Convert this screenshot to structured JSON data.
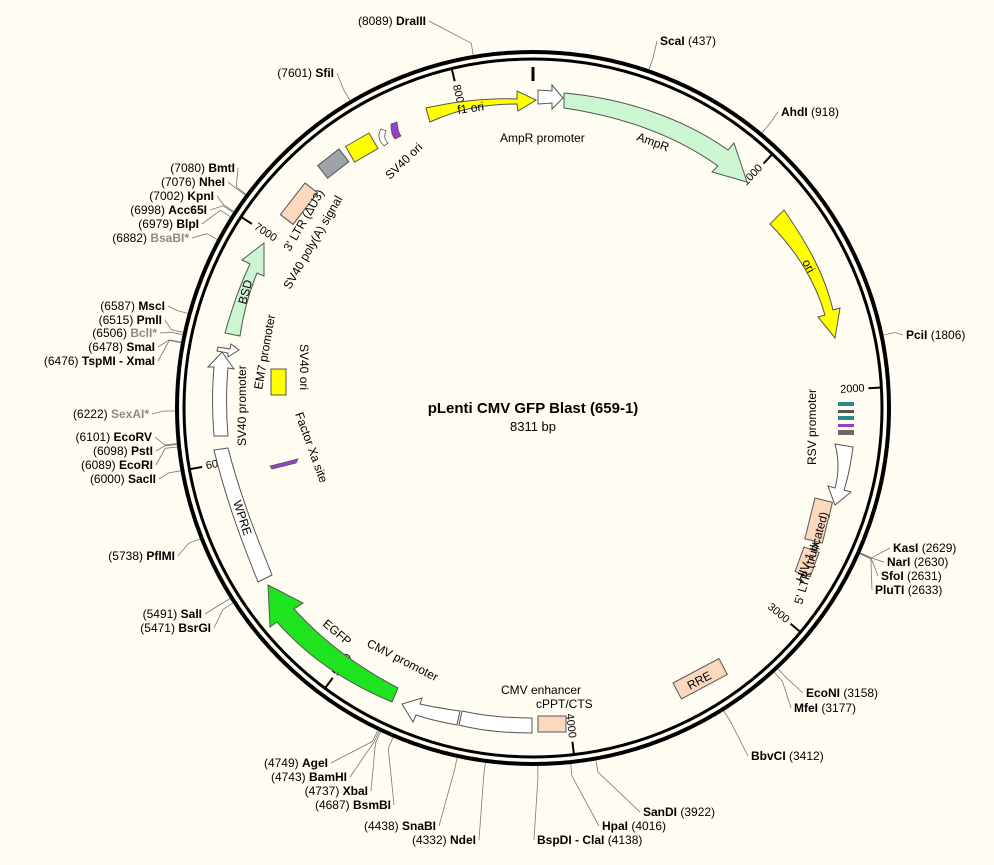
{
  "title": "pLenti CMV GFP Blast (659-1)",
  "length_label": "8311 bp",
  "length": 8311,
  "colors": {
    "background": "#fffdf1",
    "promoter": "#ffffff",
    "AmpR": "#ccf5d2",
    "ori": "#ffff00",
    "LTR": "#fcd9bd",
    "RRE": "#fcd9bd",
    "EGFP": "#1ee31e",
    "BSD": "#ccf5d2",
    "gray_feature": "#9ba3ab",
    "xa_site": "#9a3fc8"
  },
  "ticks": [
    {
      "pos": 1000,
      "label": "1000"
    },
    {
      "pos": 2000,
      "label": "2000"
    },
    {
      "pos": 3000,
      "label": "3000"
    },
    {
      "pos": 4000,
      "label": "4000"
    },
    {
      "pos": 5000,
      "label": "5000"
    },
    {
      "pos": 6000,
      "label": "6000"
    },
    {
      "pos": 7000,
      "label": "7000"
    },
    {
      "pos": 8000,
      "label": "8000"
    }
  ],
  "features": [
    {
      "name": "AmpR promoter",
      "type": "promoter"
    },
    {
      "name": "AmpR",
      "type": "gene"
    },
    {
      "name": "ori",
      "type": "origin"
    },
    {
      "name": "RSV promoter",
      "type": "promoter"
    },
    {
      "name": "5' LTR (truncated)",
      "type": "LTR"
    },
    {
      "name": "HIV-1 ψ",
      "type": "misc"
    },
    {
      "name": "RRE",
      "type": "misc"
    },
    {
      "name": "cPPT/CTS",
      "type": "misc"
    },
    {
      "name": "CMV enhancer",
      "type": "enhancer"
    },
    {
      "name": "CMV promoter",
      "type": "promoter"
    },
    {
      "name": "EGFP",
      "type": "gene"
    },
    {
      "name": "WPRE",
      "type": "misc"
    },
    {
      "name": "SV40 promoter",
      "type": "promoter"
    },
    {
      "name": "EM7 promoter",
      "type": "promoter"
    },
    {
      "name": "BSD",
      "type": "gene"
    },
    {
      "name": "SV40 poly(A) signal",
      "type": "terminator"
    },
    {
      "name": "3' LTR (ΔU3)",
      "type": "LTR"
    },
    {
      "name": "SV40 ori",
      "type": "origin"
    },
    {
      "name": "f1 ori",
      "type": "origin"
    },
    {
      "name": "Factor Xa site",
      "type": "site"
    }
  ],
  "sites": [
    {
      "name": "DraIII",
      "pos": "(8089)",
      "bp": 8089,
      "gray": false
    },
    {
      "name": "ScaI",
      "pos": "(437)",
      "bp": 437,
      "gray": false
    },
    {
      "name": "AhdI",
      "pos": "(918)",
      "bp": 918,
      "gray": false
    },
    {
      "name": "PciI",
      "pos": "(1806)",
      "bp": 1806,
      "gray": false
    },
    {
      "name": "KasI",
      "pos": "(2629)",
      "bp": 2629,
      "gray": false
    },
    {
      "name": "NarI",
      "pos": "(2630)",
      "bp": 2630,
      "gray": false
    },
    {
      "name": "SfoI",
      "pos": "(2631)",
      "bp": 2631,
      "gray": false
    },
    {
      "name": "PluTI",
      "pos": "(2633)",
      "bp": 2633,
      "gray": false
    },
    {
      "name": "EcoNI",
      "pos": "(3158)",
      "bp": 3158,
      "gray": false
    },
    {
      "name": "MfeI",
      "pos": "(3177)",
      "bp": 3177,
      "gray": false
    },
    {
      "name": "BbvCI",
      "pos": "(3412)",
      "bp": 3412,
      "gray": false
    },
    {
      "name": "SanDI",
      "pos": "(3922)",
      "bp": 3922,
      "gray": false
    },
    {
      "name": "HpaI",
      "pos": "(4016)",
      "bp": 4016,
      "gray": false
    },
    {
      "name": "BspDI - ClaI",
      "pos": "(4138)",
      "bp": 4138,
      "gray": false
    },
    {
      "name": "NdeI",
      "pos": "(4332)",
      "bp": 4332,
      "gray": false
    },
    {
      "name": "SnaBI",
      "pos": "(4438)",
      "bp": 4438,
      "gray": false
    },
    {
      "name": "BsmBI",
      "pos": "(4687)",
      "bp": 4687,
      "gray": false
    },
    {
      "name": "XbaI",
      "pos": "(4737)",
      "bp": 4737,
      "gray": false
    },
    {
      "name": "BamHI",
      "pos": "(4743)",
      "bp": 4743,
      "gray": false
    },
    {
      "name": "AgeI",
      "pos": "(4749)",
      "bp": 4749,
      "gray": false
    },
    {
      "name": "BsrGI",
      "pos": "(5471)",
      "bp": 5471,
      "gray": false
    },
    {
      "name": "SalI",
      "pos": "(5491)",
      "bp": 5491,
      "gray": false
    },
    {
      "name": "PflMI",
      "pos": "(5738)",
      "bp": 5738,
      "gray": false
    },
    {
      "name": "SacII",
      "pos": "(6000)",
      "bp": 6000,
      "gray": false
    },
    {
      "name": "EcoRI",
      "pos": "(6089)",
      "bp": 6089,
      "gray": false
    },
    {
      "name": "PstI",
      "pos": "(6098)",
      "bp": 6098,
      "gray": false
    },
    {
      "name": "EcoRV",
      "pos": "(6101)",
      "bp": 6101,
      "gray": false
    },
    {
      "name": "SexAI*",
      "pos": "(6222)",
      "bp": 6222,
      "gray": true
    },
    {
      "name": "TspMI - XmaI",
      "pos": "(6476)",
      "bp": 6476,
      "gray": false
    },
    {
      "name": "SmaI",
      "pos": "(6478)",
      "bp": 6478,
      "gray": false
    },
    {
      "name": "BclI*",
      "pos": "(6506)",
      "bp": 6506,
      "gray": true
    },
    {
      "name": "PmlI",
      "pos": "(6515)",
      "bp": 6515,
      "gray": false
    },
    {
      "name": "MscI",
      "pos": "(6587)",
      "bp": 6587,
      "gray": false
    },
    {
      "name": "BsaBI*",
      "pos": "(6882)",
      "bp": 6882,
      "gray": true
    },
    {
      "name": "BlpI",
      "pos": "(6979)",
      "bp": 6979,
      "gray": false
    },
    {
      "name": "Acc65I",
      "pos": "(6998)",
      "bp": 6998,
      "gray": false
    },
    {
      "name": "KpnI",
      "pos": "(7002)",
      "bp": 7002,
      "gray": false
    },
    {
      "name": "NheI",
      "pos": "(7076)",
      "bp": 7076,
      "gray": false
    },
    {
      "name": "BmtI",
      "pos": "(7080)",
      "bp": 7080,
      "gray": false
    },
    {
      "name": "SfiI",
      "pos": "(7601)",
      "bp": 7601,
      "gray": false
    }
  ]
}
